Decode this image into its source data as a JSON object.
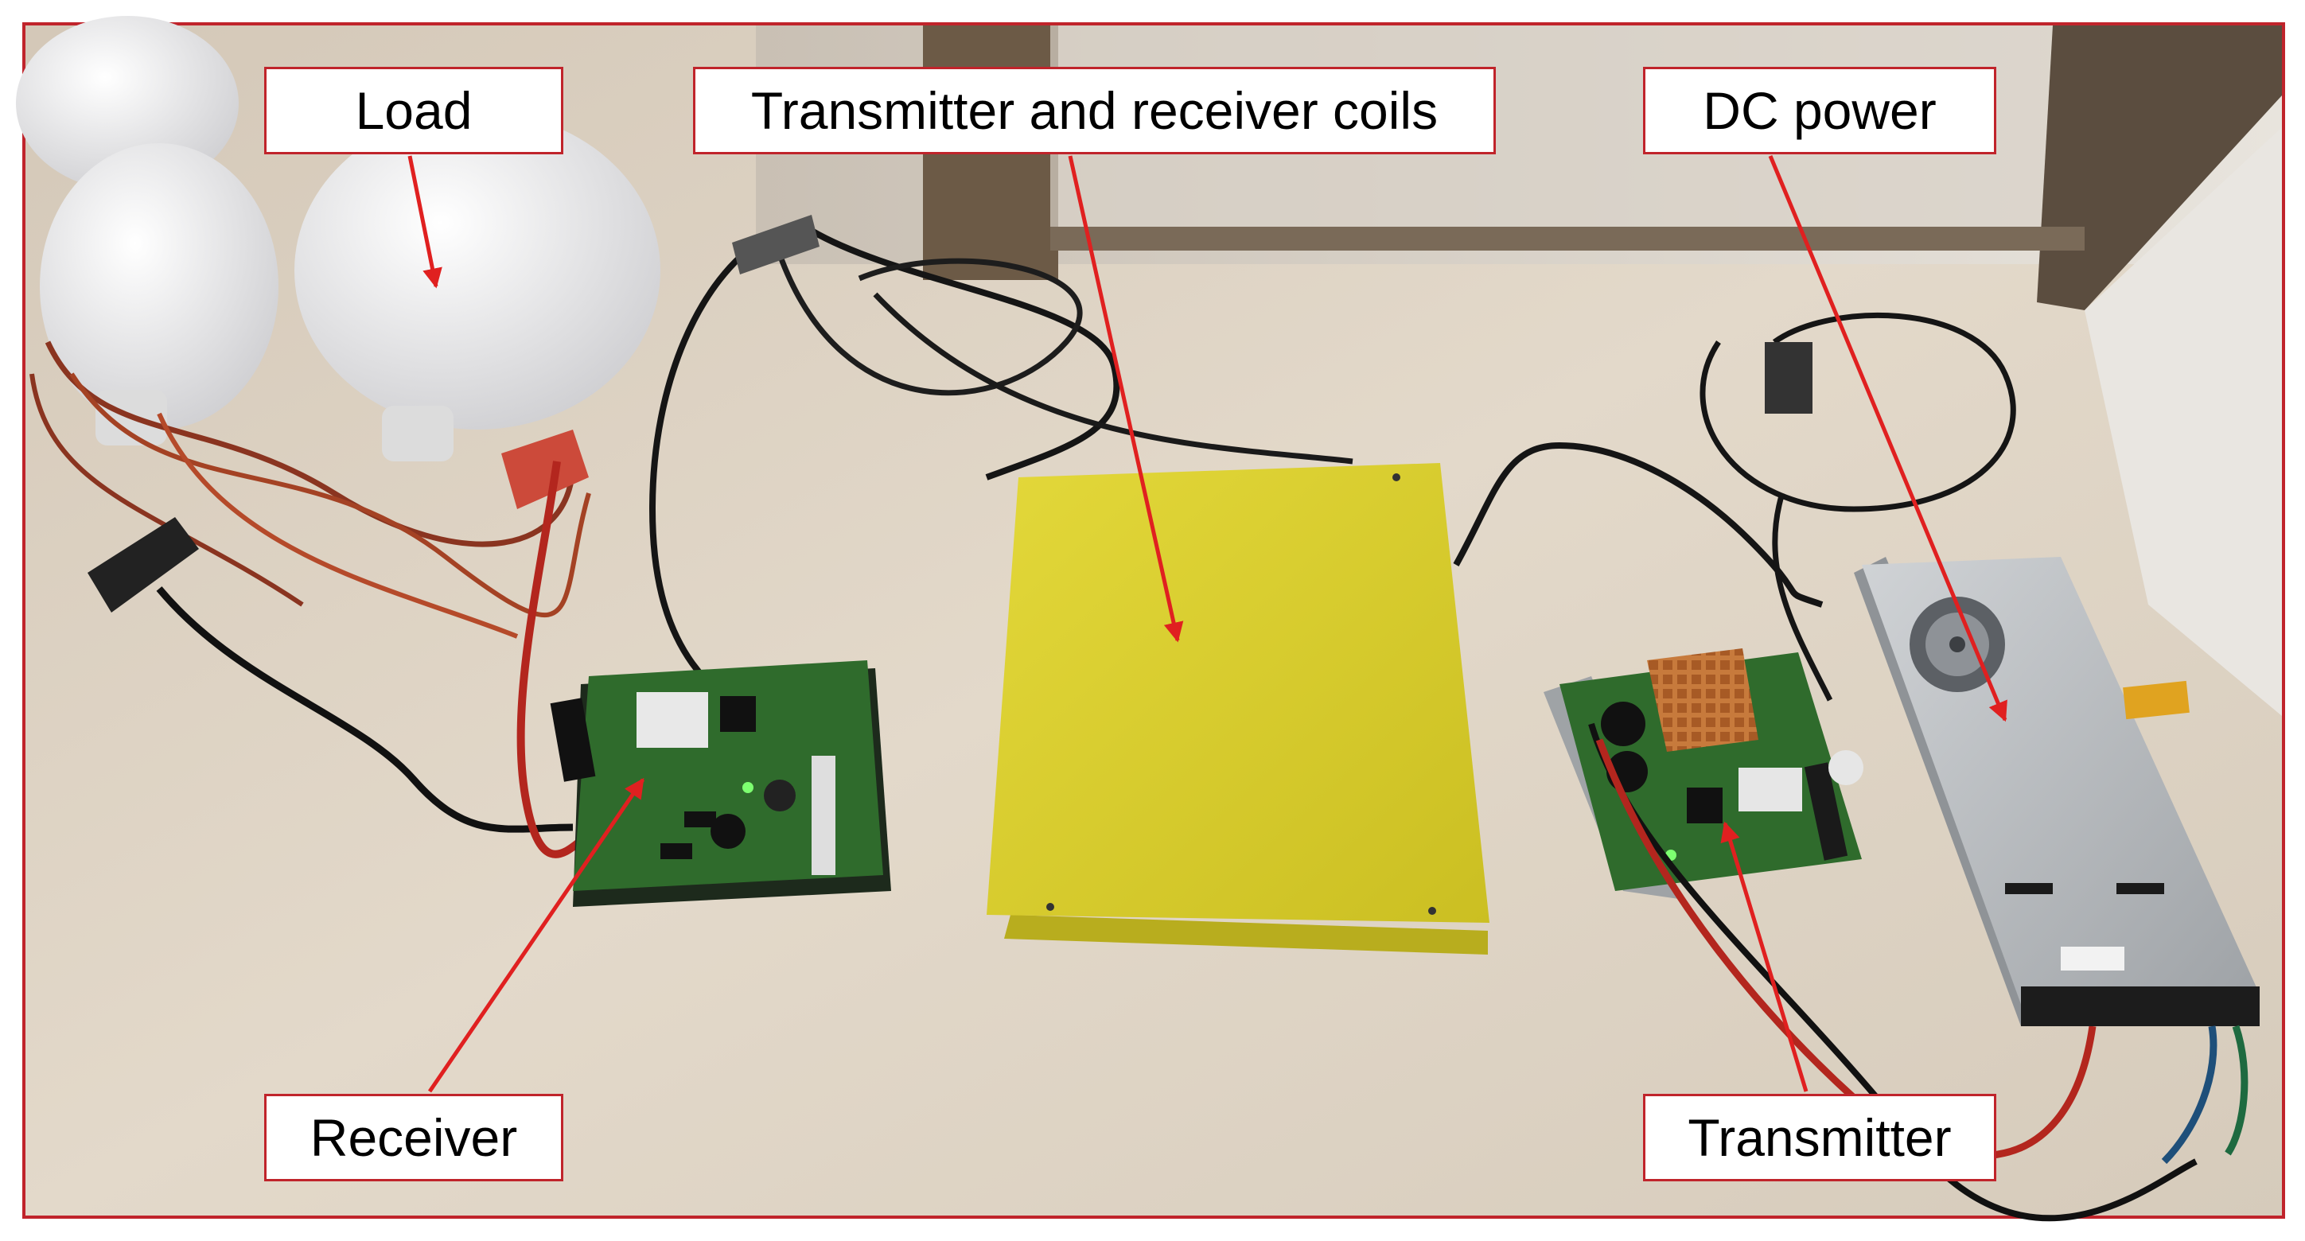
{
  "labels": {
    "load": "Load",
    "coils": "Transmitter and receiver coils",
    "dc_power": "DC power",
    "receiver": "Receiver",
    "transmitter": "Transmitter"
  },
  "colors": {
    "annotation": "#c0242b",
    "floor": "#ddd3c4",
    "coil_plate": "#d9d12e",
    "pcb": "#2f6b2c",
    "heatsink": "#c1763a",
    "psu": "#b9bcbf",
    "window_frame": "#5b4d3f",
    "cable": "#151515",
    "bulb": "#f1f1f1"
  }
}
